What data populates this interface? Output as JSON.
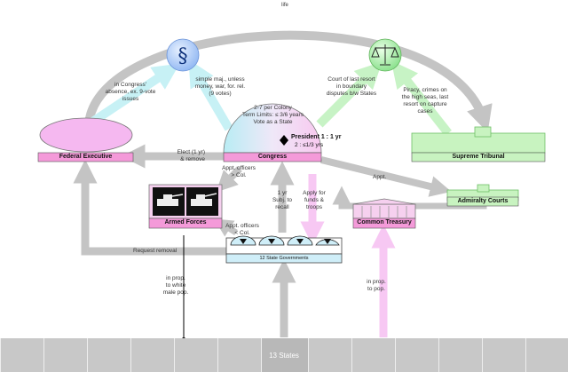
{
  "colors": {
    "gray_arrow": "#c4c4c4",
    "cyan_arrow": "#c7f1f5",
    "green_arrow": "#c7f3c5",
    "pink_arrow": "#f7c8f3",
    "executive_fill": "#f5b8f0",
    "label_pink": "#f49ad9",
    "court_green": "#c8f3c0",
    "state_gray": "#c8c8c8"
  },
  "diagram": {
    "top_arrow_label": "life",
    "federal_executive": "Federal Executive",
    "congress": {
      "name": "Congress",
      "info_lines": [
        "2-7 per Colony",
        "Term Limits: ≤ 3/6 years",
        "Vote as a State"
      ],
      "president_line": "President 1 : 1 yr",
      "president_line2": "2 : ≤1/3 yrs"
    },
    "supreme_tribunal": "Supreme Tribunal",
    "admiralty_courts": "Admiralty Courts",
    "armed_forces": "Armed Forces",
    "common_treasury": "Common Treasury",
    "state_governments": "12 State Governments",
    "states": "13 States",
    "icons": {
      "law": "section-icon",
      "justice": "scales-icon",
      "military": "tank-icon",
      "treasury": "building-icon"
    },
    "labels": {
      "in_congress": [
        "in Congress'",
        "absence, ex. 9-vote",
        "issues"
      ],
      "simple_maj": [
        "simple maj., unless",
        "money, war, for. rel.",
        "(9 votes)"
      ],
      "court_last_resort": [
        "Court of last resort",
        "in boundary",
        "disputes b/w States"
      ],
      "piracy": [
        "Piracy, crimes on",
        "the high seas, last",
        "resort on capture",
        "cases"
      ],
      "elect": [
        "Elect (1 yr)",
        "& remove"
      ],
      "appt_officers_col": [
        "Appt. officers",
        "> Col."
      ],
      "appt": "Appt.",
      "one_yr_subj": [
        "1 yr",
        "Subj. to",
        "recall"
      ],
      "apply_funds": [
        "Apply for",
        "funds &",
        "troops"
      ],
      "appt_officers_lt_col": [
        "Appt. officers",
        "< Col."
      ],
      "request_removal": "Request removal",
      "prop_white": [
        "in prop.",
        "to white",
        "male pop."
      ],
      "prop_pop": [
        "in prop.",
        "to pop."
      ]
    }
  }
}
